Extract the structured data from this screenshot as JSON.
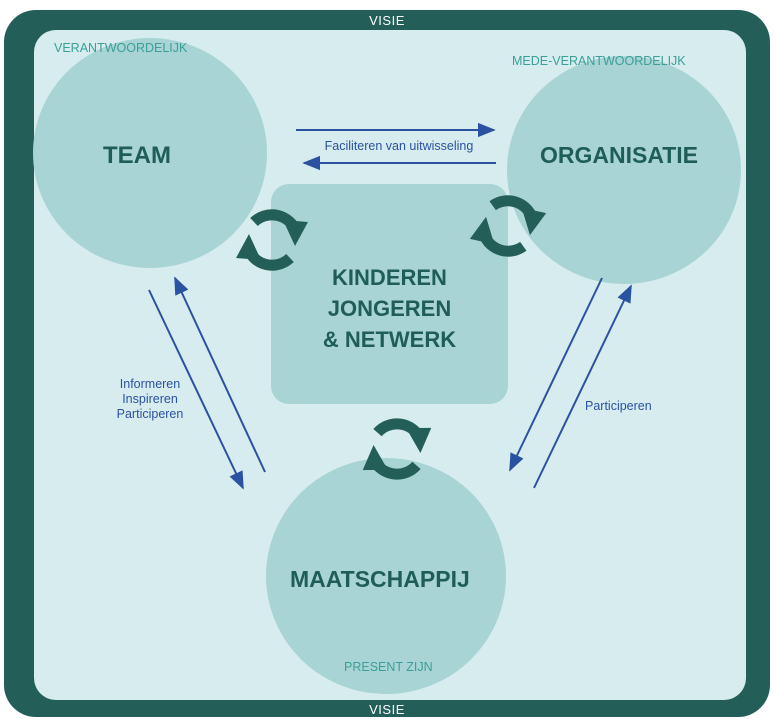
{
  "frame": {
    "top_label": "VISIE",
    "bottom_label": "VISIE"
  },
  "nodes": {
    "team": {
      "title": "TEAM",
      "role": "VERANTWOORDELIJK"
    },
    "organisatie": {
      "title": "ORGANISATIE",
      "role": "MEDE-VERANTWOORDELIJK"
    },
    "maatschappij": {
      "title": "MAATSCHAPPIJ",
      "role": "PRESENT  ZIJN"
    },
    "center": {
      "line1": "KINDEREN",
      "line2": "JONGEREN",
      "line3": "& NETWERK"
    }
  },
  "edges": {
    "team_organisatie": "Faciliteren van uitwisseling",
    "team_maatschappij": {
      "line1": "Informeren",
      "line2": "Inspireren",
      "line3": "Participeren"
    },
    "organisatie_maatschappij": "Participeren"
  },
  "colors": {
    "frame": "#235f58",
    "background": "#d6ecee",
    "node_fill": "#a9d4d5",
    "node_text": "#1f5e58",
    "role_text": "#3a9f98",
    "arrow": "#2a52a0"
  },
  "icons": {
    "cycle": "refresh-cycle-icon"
  }
}
